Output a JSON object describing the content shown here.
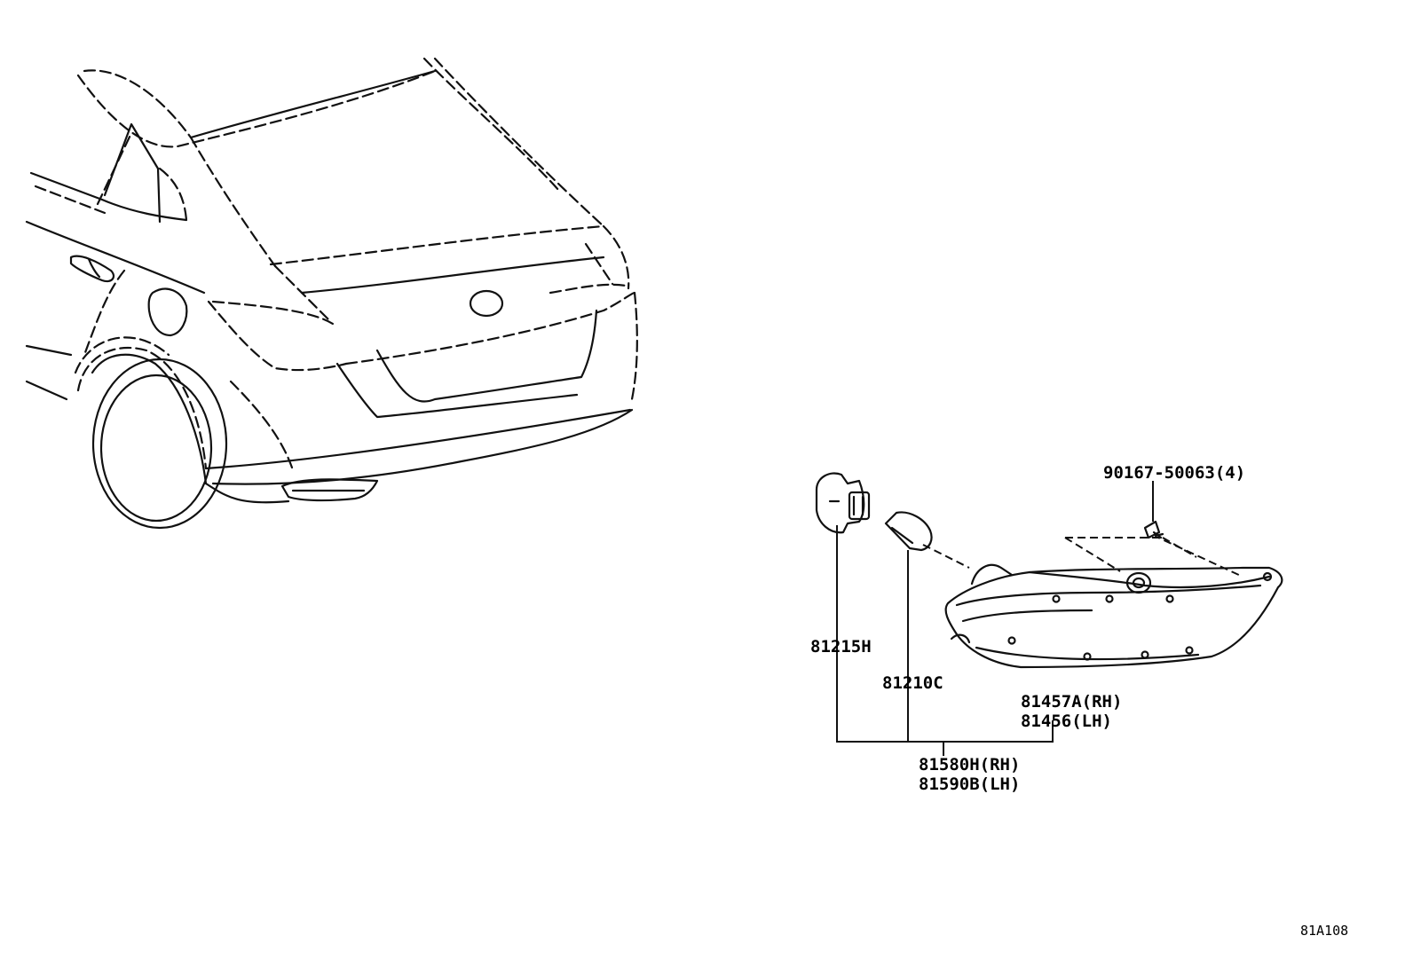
{
  "diagram": {
    "labels": {
      "bolt": "90167-50063(4)",
      "socket": "81215H",
      "bulb": "81210C",
      "reflector_rh": "81457A(RH)",
      "reflector_lh": "81456(LH)",
      "assembly_rh": "81580H(RH)",
      "assembly_lh": "81590B(LH)"
    },
    "figure_code": "81A108"
  }
}
